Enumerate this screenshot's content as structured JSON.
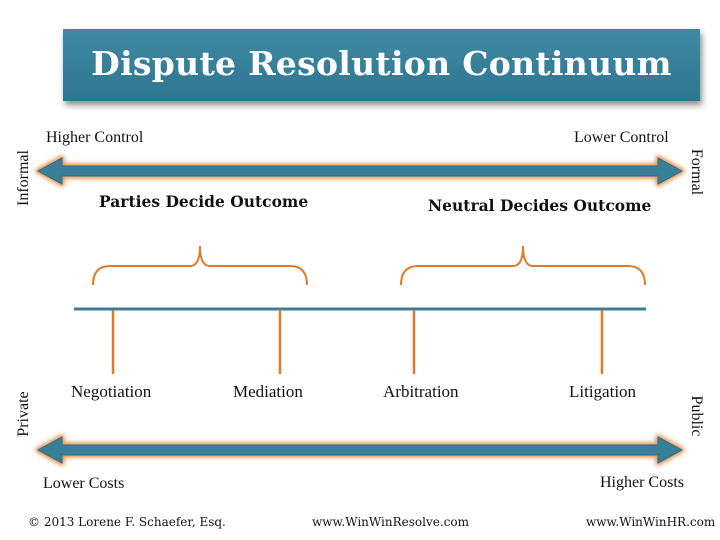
{
  "title": "Dispute Resolution Continuum",
  "top_axis": {
    "left_label": "Higher Control",
    "right_label": "Lower Control",
    "left_end": "Informal",
    "right_end": "Formal"
  },
  "groups": {
    "left": "Parties Decide Outcome",
    "right": "Neutral Decides Outcome"
  },
  "methods": [
    "Negotiation",
    "Mediation",
    "Arbitration",
    "Litigation"
  ],
  "bottom_axis": {
    "left_label": "Lower Costs",
    "right_label": "Higher Costs",
    "left_end": "Private",
    "right_end": "Public"
  },
  "footer": {
    "copyright": "© 2013 Lorene F. Schaefer, Esq.",
    "site1": "www.WinWinResolve.com",
    "site2": "www.WinWinHR.com"
  },
  "colors": {
    "banner": "#3a85a0",
    "arrow_body": "#3a7f98",
    "arrow_glow": "#e98a3c",
    "timeline": "#3b7d94",
    "ticks": "#e07b2c"
  }
}
